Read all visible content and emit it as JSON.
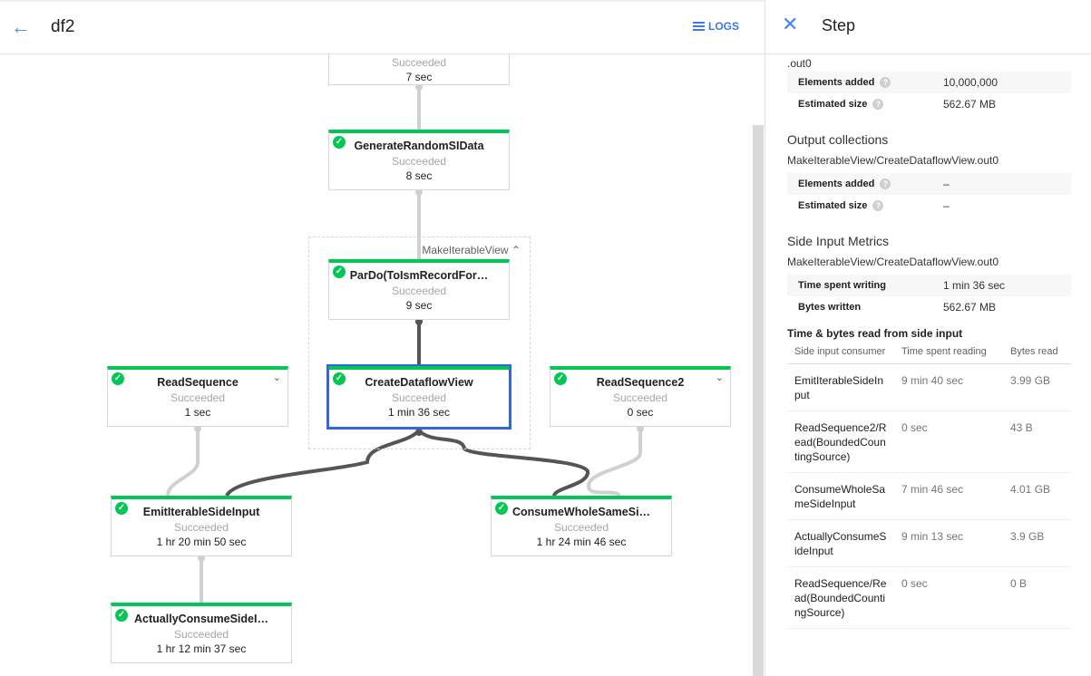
{
  "header": {
    "title": "df2",
    "logs_label": "LOGS"
  },
  "graph": {
    "group_label": "MakeIterableView",
    "nodes": [
      {
        "name": "",
        "status": "Succeeded",
        "time": "7 sec"
      },
      {
        "name": "GenerateRandomSIData",
        "status": "Succeeded",
        "time": "8 sec"
      },
      {
        "name": "ParDo(ToIsmRecordFor…",
        "status": "Succeeded",
        "time": "9 sec"
      },
      {
        "name": "CreateDataflowView",
        "status": "Succeeded",
        "time": "1 min 36 sec"
      },
      {
        "name": "ReadSequence",
        "status": "Succeeded",
        "time": "1 sec"
      },
      {
        "name": "ReadSequence2",
        "status": "Succeeded",
        "time": "0 sec"
      },
      {
        "name": "EmitIterableSideInput",
        "status": "Succeeded",
        "time": "1 hr 20 min 50 sec"
      },
      {
        "name": "ConsumeWholeSameSi…",
        "status": "Succeeded",
        "time": "1 hr 24 min 46 sec"
      },
      {
        "name": "ActuallyConsumeSideI…",
        "status": "Succeeded",
        "time": "1 hr 12 min 37 sec"
      }
    ]
  },
  "panel": {
    "title": "Step",
    "input_name_partial": ".out0",
    "input_rows": [
      {
        "k": "Elements added",
        "v": "10,000,000"
      },
      {
        "k": "Estimated size",
        "v": "562.67 MB"
      }
    ],
    "output_title": "Output collections",
    "output_name": "MakeIterableView/CreateDataflowView.out0",
    "output_rows": [
      {
        "k": "Elements added",
        "v": "–"
      },
      {
        "k": "Estimated size",
        "v": "–"
      }
    ],
    "side_title": "Side Input Metrics",
    "side_name": "MakeIterableView/CreateDataflowView.out0",
    "side_rows": [
      {
        "k": "Time spent writing",
        "v": "1 min 36 sec"
      },
      {
        "k": "Bytes written",
        "v": "562.67 MB"
      }
    ],
    "read_title": "Time & bytes read from side input",
    "columns": [
      "Side input consumer",
      "Time spent reading",
      "Bytes read"
    ],
    "consumers": [
      {
        "c": "EmitIterableSideInput",
        "t": "9 min 40 sec",
        "b": "3.99 GB"
      },
      {
        "c": "ReadSequence2/Read(BoundedCountingSource)",
        "t": "0 sec",
        "b": "43 B"
      },
      {
        "c": "ConsumeWholeSameSideInput",
        "t": "7 min 46 sec",
        "b": "4.01 GB"
      },
      {
        "c": "ActuallyConsumeSideInput",
        "t": "9 min 13 sec",
        "b": "3.9 GB"
      },
      {
        "c": "ReadSequence/Read(BoundedCountingSource)",
        "t": "0 sec",
        "b": "0 B"
      }
    ]
  }
}
